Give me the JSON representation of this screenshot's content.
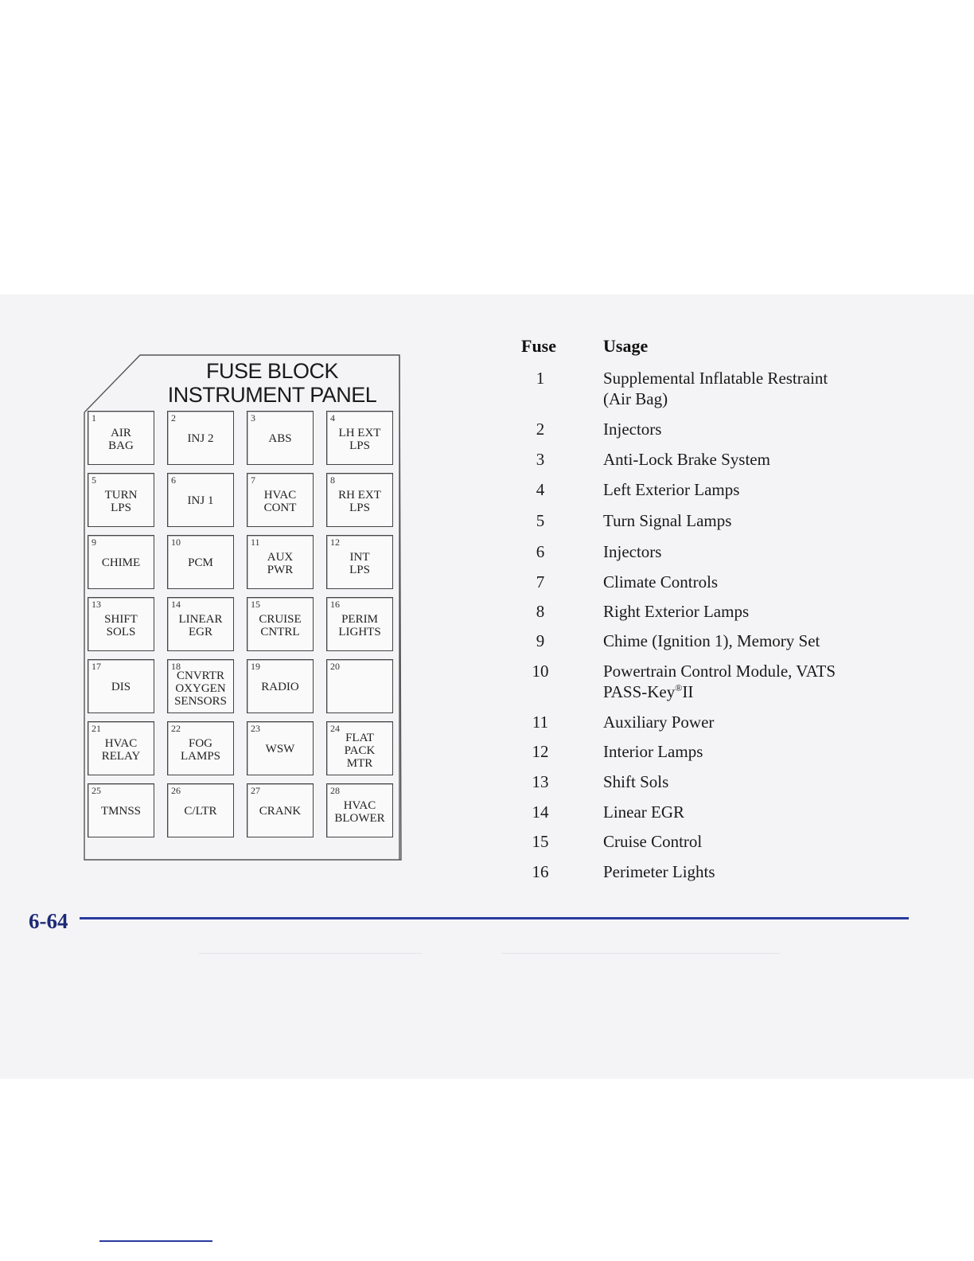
{
  "diagram": {
    "title_line1": "FUSE BLOCK",
    "title_line2": "INSTRUMENT PANEL",
    "fuses": [
      {
        "n": "1",
        "label": "AIR\nBAG"
      },
      {
        "n": "2",
        "label": "INJ 2"
      },
      {
        "n": "3",
        "label": "ABS"
      },
      {
        "n": "4",
        "label": "LH EXT\nLPS"
      },
      {
        "n": "5",
        "label": "TURN\nLPS"
      },
      {
        "n": "6",
        "label": "INJ 1"
      },
      {
        "n": "7",
        "label": "HVAC\nCONT"
      },
      {
        "n": "8",
        "label": "RH EXT\nLPS"
      },
      {
        "n": "9",
        "label": "CHIME"
      },
      {
        "n": "10",
        "label": "PCM"
      },
      {
        "n": "11",
        "label": "AUX\nPWR"
      },
      {
        "n": "12",
        "label": "INT\nLPS"
      },
      {
        "n": "13",
        "label": "SHIFT\nSOLS"
      },
      {
        "n": "14",
        "label": "LINEAR\nEGR"
      },
      {
        "n": "15",
        "label": "CRUISE\nCNTRL"
      },
      {
        "n": "16",
        "label": "PERIM\nLIGHTS"
      },
      {
        "n": "17",
        "label": "DIS"
      },
      {
        "n": "18",
        "label": "CNVRTR\nOXYGEN\nSENSORS"
      },
      {
        "n": "19",
        "label": "RADIO"
      },
      {
        "n": "20",
        "label": ""
      },
      {
        "n": "21",
        "label": "HVAC\nRELAY"
      },
      {
        "n": "22",
        "label": "FOG\nLAMPS"
      },
      {
        "n": "23",
        "label": "WSW"
      },
      {
        "n": "24",
        "label": "FLAT\nPACK\nMTR"
      },
      {
        "n": "25",
        "label": "TMNSS"
      },
      {
        "n": "26",
        "label": "C/LTR"
      },
      {
        "n": "27",
        "label": "CRANK"
      },
      {
        "n": "28",
        "label": "HVAC\nBLOWER"
      }
    ]
  },
  "table": {
    "header_fuse": "Fuse",
    "header_usage": "Usage",
    "rows": [
      {
        "fuse": "1",
        "line1": "Supplemental Inflatable Restraint",
        "line2": "(Air Bag)"
      },
      {
        "fuse": "2",
        "line1": "Injectors",
        "line2": ""
      },
      {
        "fuse": "3",
        "line1": "Anti-Lock Brake System",
        "line2": ""
      },
      {
        "fuse": "4",
        "line1": "Left Exterior Lamps",
        "line2": ""
      },
      {
        "fuse": "5",
        "line1": "Turn Signal Lamps",
        "line2": ""
      },
      {
        "fuse": "6",
        "line1": "Injectors",
        "line2": ""
      },
      {
        "fuse": "7",
        "line1": "Climate Controls",
        "line2": ""
      },
      {
        "fuse": "8",
        "line1": "Right Exterior Lamps",
        "line2": ""
      },
      {
        "fuse": "9",
        "line1": "Chime (Ignition 1), Memory Set",
        "line2": ""
      },
      {
        "fuse": "10",
        "line1": "Powertrain Control Module, VATS",
        "line2": "PASS-Key",
        "line2_sup": "®",
        "line2_tail": "II"
      },
      {
        "fuse": "11",
        "line1": "Auxiliary Power",
        "line2": ""
      },
      {
        "fuse": "12",
        "line1": "Interior Lamps",
        "line2": ""
      },
      {
        "fuse": "13",
        "line1": "Shift Sols",
        "line2": ""
      },
      {
        "fuse": "14",
        "line1": "Linear EGR",
        "line2": ""
      },
      {
        "fuse": "15",
        "line1": "Cruise Control",
        "line2": ""
      },
      {
        "fuse": "16",
        "line1": "Perimeter Lights",
        "line2": ""
      }
    ]
  },
  "footer": {
    "page_number": "6-64",
    "rule_color": "#2a3aa0"
  }
}
